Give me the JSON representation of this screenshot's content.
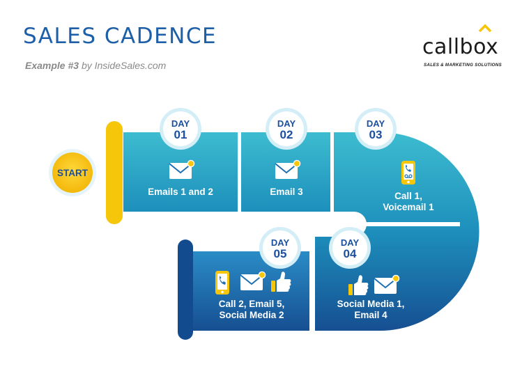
{
  "header": {
    "title": "SALES CADENCE",
    "example": "Example #3",
    "byline": "by InsideSales.com"
  },
  "logo": {
    "wordmark": "callbox",
    "tagline": "SALES & MARKETING SOLUTIONS",
    "accent_color": "#f5c60a"
  },
  "start_label": "START",
  "days": [
    {
      "day_word": "DAY",
      "day_number": "01",
      "line1": "Emails 1 and 2",
      "line2": "",
      "line3": "",
      "icons": [
        "email-icon"
      ]
    },
    {
      "day_word": "DAY",
      "day_number": "02",
      "line1": "Email 3",
      "line2": "",
      "line3": "",
      "icons": [
        "email-icon"
      ]
    },
    {
      "day_word": "DAY",
      "day_number": "03",
      "line1": "Call 1,",
      "line2": "Voicemail 1",
      "line3": "",
      "icons": [
        "phone-voicemail-icon"
      ]
    },
    {
      "day_word": "DAY",
      "day_number": "04",
      "line1": "Social Media 1,",
      "line2": "Email 4",
      "line3": "",
      "icons": [
        "thumbs-up-icon",
        "email-icon"
      ]
    },
    {
      "day_word": "DAY",
      "day_number": "05",
      "line1": "Call 2, Email 5,",
      "line2": "Social Media 2",
      "line3": "",
      "icons": [
        "phone-icon",
        "email-icon",
        "thumbs-up-icon"
      ]
    }
  ],
  "colors": {
    "title_blue": "#1d5fa8",
    "day_badge_text": "#1b4fa0",
    "yellow": "#f5c60a",
    "top_teal": "#2ba9c4",
    "bottom_navy": "#1a5a9a",
    "dark_bar": "#124c8f"
  }
}
